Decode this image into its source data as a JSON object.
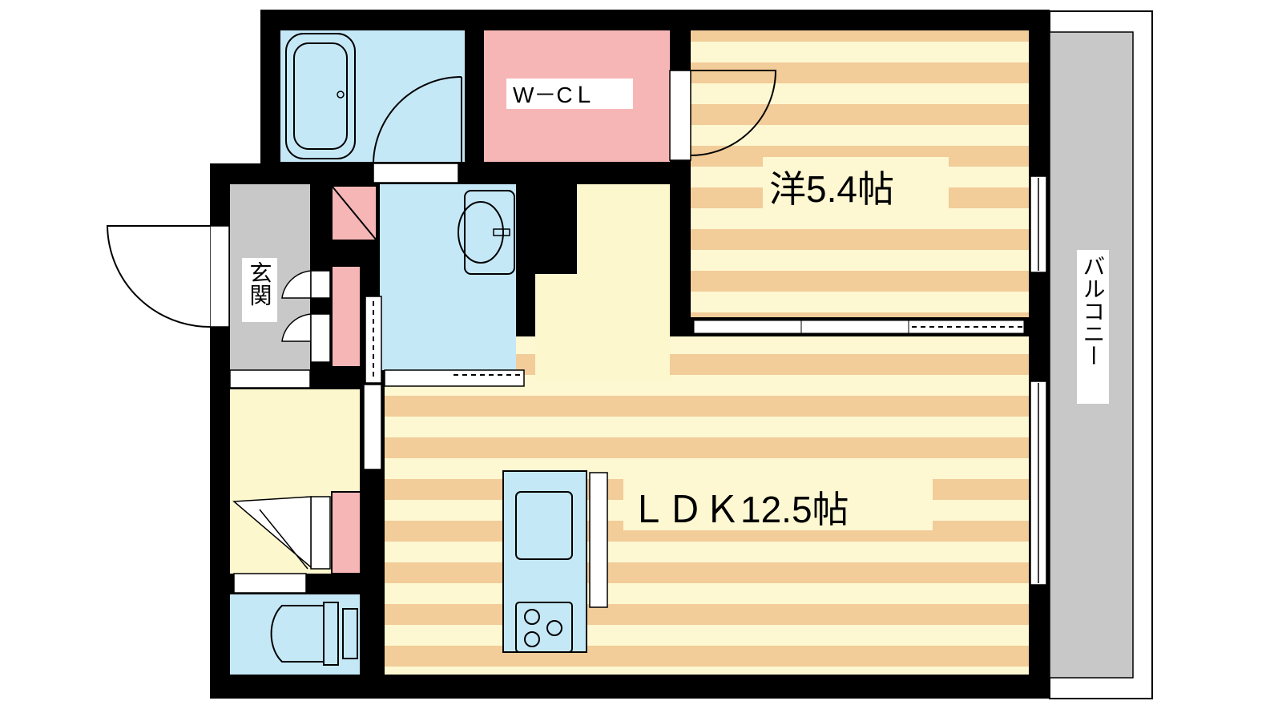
{
  "rooms": {
    "western_room": {
      "label": "洋5.4帖"
    },
    "ldk": {
      "label": "ＬＤＫ12.5帖"
    },
    "walk_in_closet": {
      "label": "W－CＬ"
    },
    "entrance": {
      "label": "玄関"
    },
    "balcony": {
      "label": "バルコニー"
    }
  },
  "colors": {
    "wall": "#000000",
    "floor_stripe_light": "#fdf8d2",
    "floor_stripe_dark": "#f2cc99",
    "wet_area": "#c5e8f7",
    "closet": "#f7b6b6",
    "entrance_floor": "#c8c8c8",
    "balcony": "#c8c8c8",
    "hall_floor": "#fcf7cd"
  },
  "icons": [
    "bathtub-icon",
    "sink-icon",
    "toilet-icon",
    "stove-icon",
    "door-swing-icon",
    "sliding-door-icon",
    "window-icon"
  ]
}
